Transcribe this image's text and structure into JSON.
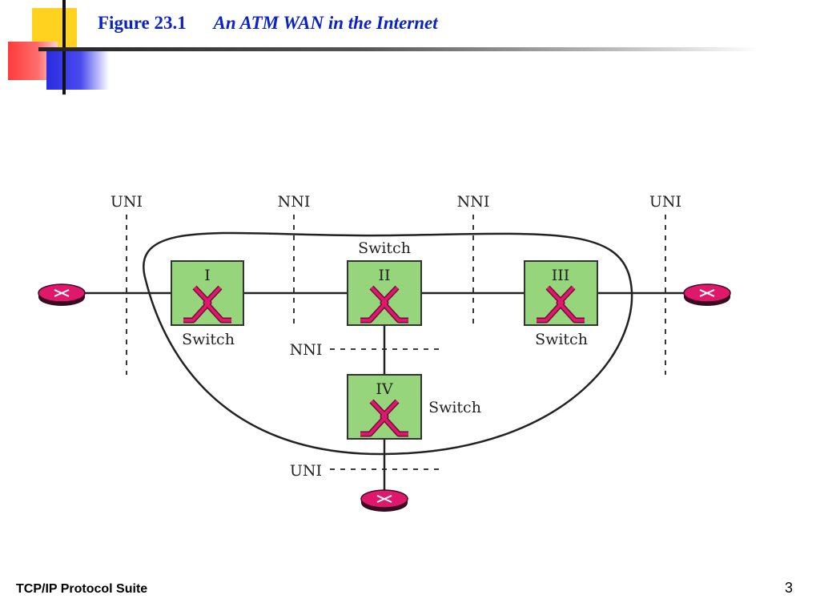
{
  "slide": {
    "figure_label": "Figure 23.1",
    "figure_title": "An ATM WAN in the Internet",
    "footer": "TCP/IP Protocol Suite",
    "page_number": "3"
  },
  "diagram": {
    "interfaces": {
      "uni_left": "UNI",
      "nni_left": "NNI",
      "nni_right": "NNI",
      "uni_right": "UNI",
      "nni_lower": "NNI",
      "uni_bottom": "UNI"
    },
    "switches": [
      {
        "id": "I",
        "caption": "Switch"
      },
      {
        "id": "II",
        "caption": "Switch"
      },
      {
        "id": "III",
        "caption": "Switch"
      },
      {
        "id": "IV",
        "caption": "Switch"
      }
    ]
  },
  "colors": {
    "switch_fill": "#96d57c",
    "switch_symbol": "#e0186c",
    "endpoint": "#e0186c",
    "title": "#0b22c4"
  },
  "icons": [
    "router-endpoint-icon",
    "atm-switch-icon"
  ]
}
